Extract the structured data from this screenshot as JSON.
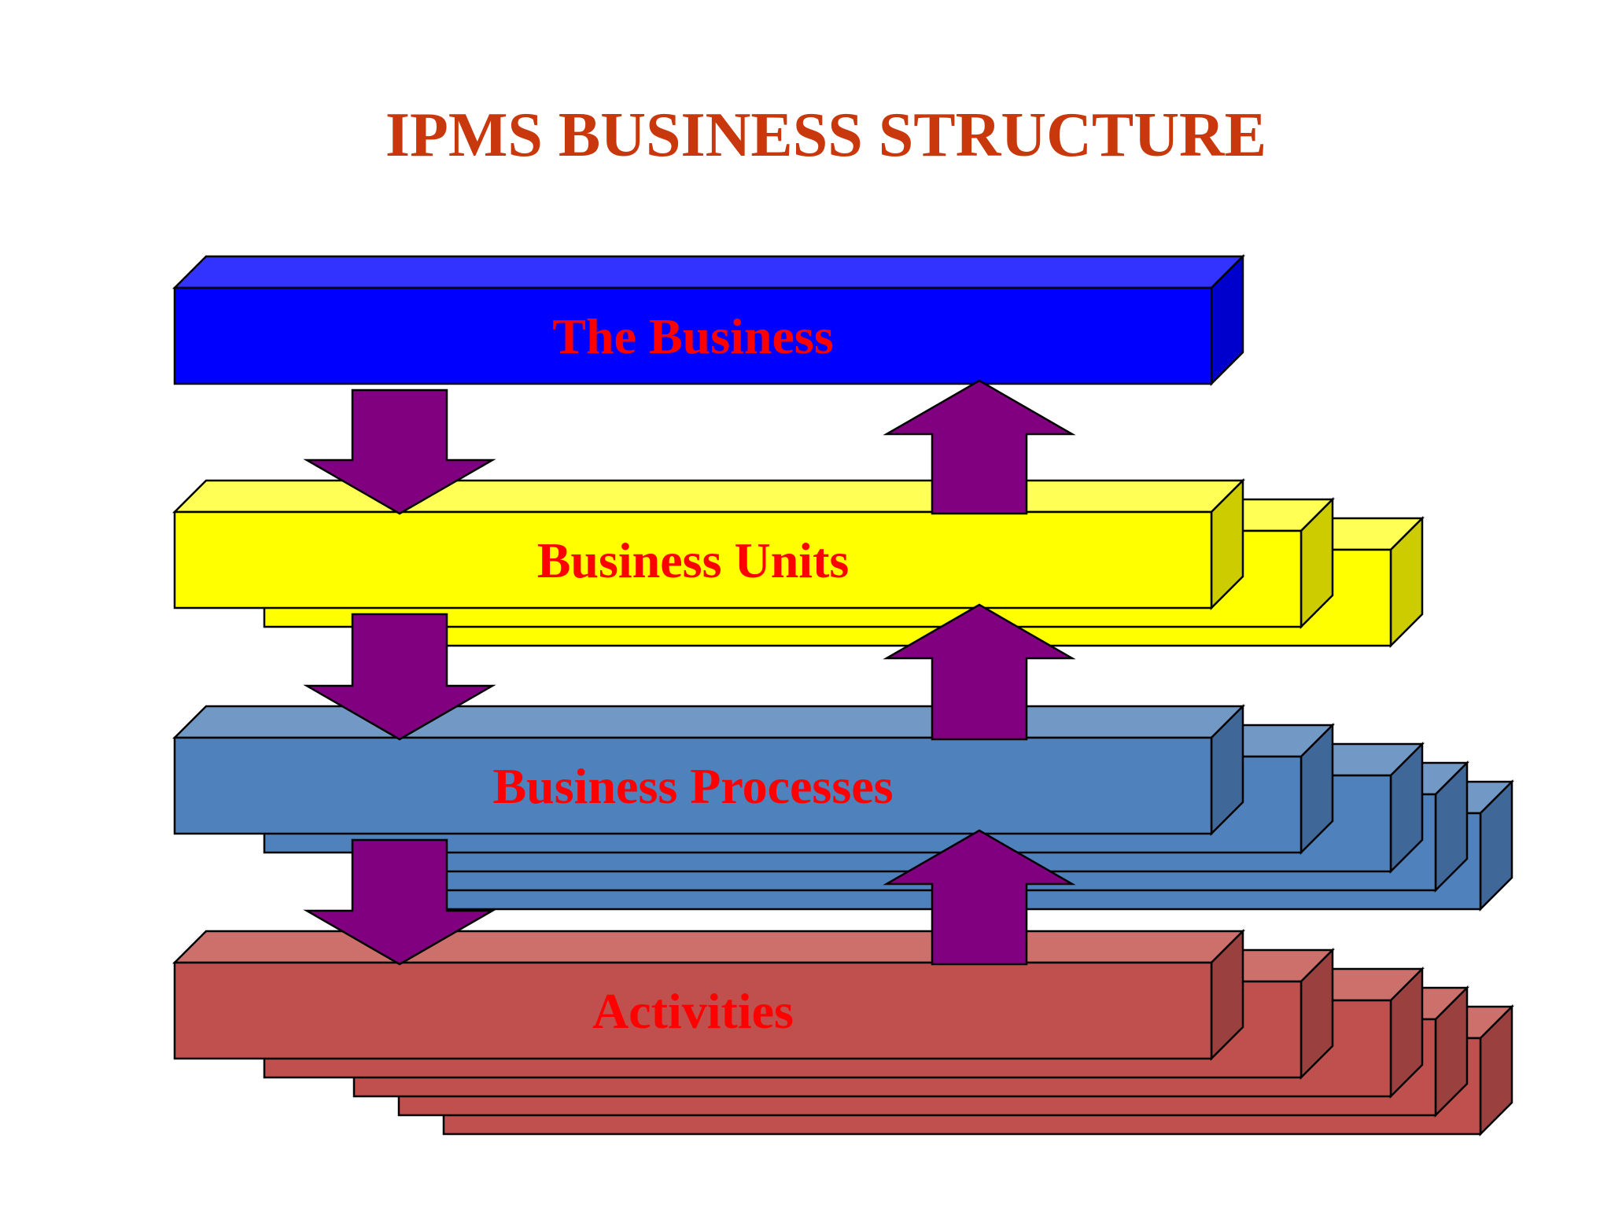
{
  "title": "IPMS BUSINESS STRUCTURE",
  "colors": {
    "title": "#C9380C",
    "label": "#FF0000",
    "arrow": "#800080",
    "outline": "#000000"
  },
  "tiers": [
    {
      "label": "The Business",
      "copies": 1,
      "face": "#3333FF",
      "front": "#0000FF",
      "side": "#0000CC"
    },
    {
      "label": "Business Units",
      "copies": 3,
      "face": "#FFFF55",
      "front": "#FFFF00",
      "side": "#CCCC00"
    },
    {
      "label": "Business Processes",
      "copies": 5,
      "face": "#7299C6",
      "front": "#4F81BD",
      "side": "#3F6797"
    },
    {
      "label": "Activities",
      "copies": 5,
      "face": "#CD706C",
      "front": "#C0504D",
      "side": "#9A403E"
    }
  ],
  "flows": [
    {
      "from": "The Business",
      "to": "Business Units"
    },
    {
      "from": "Business Units",
      "to": "The Business"
    },
    {
      "from": "Business Units",
      "to": "Business Processes"
    },
    {
      "from": "Business Processes",
      "to": "Business Units"
    },
    {
      "from": "Business Processes",
      "to": "Activities"
    },
    {
      "from": "Activities",
      "to": "Business Processes"
    }
  ]
}
